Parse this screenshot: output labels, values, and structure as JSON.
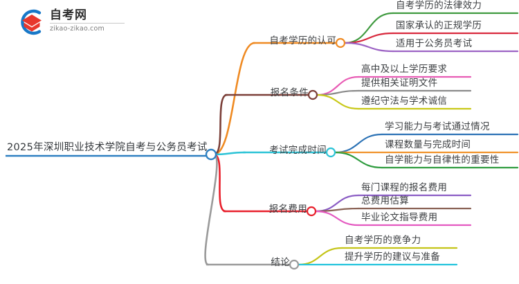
{
  "logo": {
    "name": "zikao-logo",
    "title": "自考网",
    "domain": "zikao-zikao.com",
    "arc_color": "#1878c8",
    "cap_color": "#e8372c"
  },
  "mindmap": {
    "root": {
      "label": "2025年深圳职业技术学院自考与公务员考试",
      "color": "#2d7fc1"
    },
    "branches": [
      {
        "label": "自考学历的认可",
        "color": "#ef8a22",
        "children": [
          {
            "label": "自考学历的法律效力",
            "color": "#3f9a3f"
          },
          {
            "label": "国家承认的正规学历",
            "color": "#d8283c"
          },
          {
            "label": "适用于公务员考试",
            "color": "#9c63c4"
          }
        ]
      },
      {
        "label": "报名条件",
        "color": "#7b3f38",
        "children": [
          {
            "label": "高中及以上学历要求",
            "color": "#e85bb4"
          },
          {
            "label": "提供相关证明文件",
            "color": "#8a8a8a"
          },
          {
            "label": "遵纪守法与学术诚信",
            "color": "#c8c817"
          }
        ]
      },
      {
        "label": "考试完成时间",
        "color": "#2bc3d6",
        "children": [
          {
            "label": "学习能力与考试通过情况",
            "color": "#2b72b5"
          },
          {
            "label": "课程数量与完成时间",
            "color": "#f0922a"
          },
          {
            "label": "自学能力与自律性的重要性",
            "color": "#2f9c3f"
          }
        ]
      },
      {
        "label": "报名费用",
        "color": "#e81f2b",
        "children": [
          {
            "label": "每门课程的报名费用",
            "color": "#8a5cc4"
          },
          {
            "label": "总费用估算",
            "color": "#8a6255"
          },
          {
            "label": "毕业论文指导费用",
            "color": "#e458c0"
          }
        ]
      },
      {
        "label": "结论",
        "color": "#9a9a9a",
        "children": [
          {
            "label": "自考学历的竞争力",
            "color": "#c4c417"
          },
          {
            "label": "提升学历的建议与准备",
            "color": "#23c4dd"
          }
        ]
      }
    ]
  }
}
